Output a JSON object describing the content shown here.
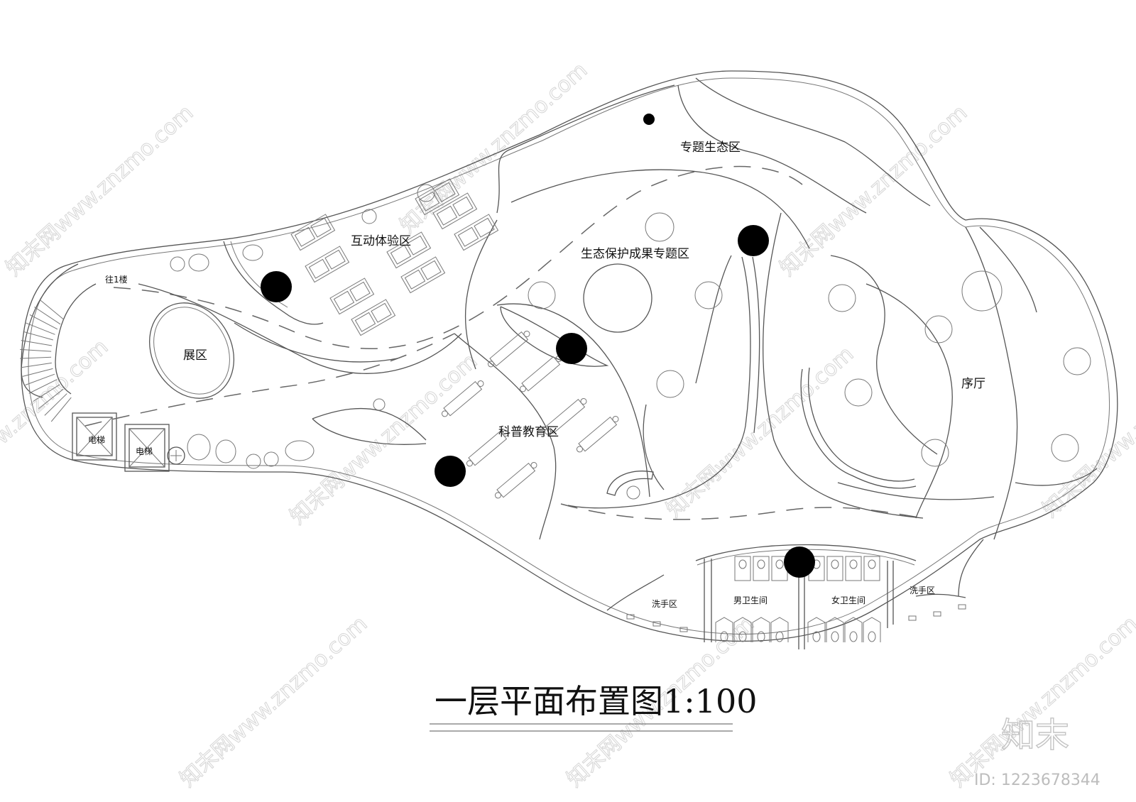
{
  "title": "一层平面布置图1:100",
  "zones": {
    "interactive": "互动体验区",
    "special_eco": "专题生态区",
    "eco_achievement": "生态保护成果专题区",
    "exhibit": "展区",
    "science_edu": "科普教育区",
    "lobby": "序厅",
    "male_wc": "男卫生间",
    "female_wc": "女卫生间",
    "wash_left": "洗手区",
    "wash_right": "洗手区",
    "elevator_1": "电梯",
    "elevator_2": "电梯",
    "stairs": "往1楼"
  },
  "watermark": {
    "text": "知末网www.znzmo.com",
    "brand": "知末",
    "id": "ID: 1223678344"
  }
}
